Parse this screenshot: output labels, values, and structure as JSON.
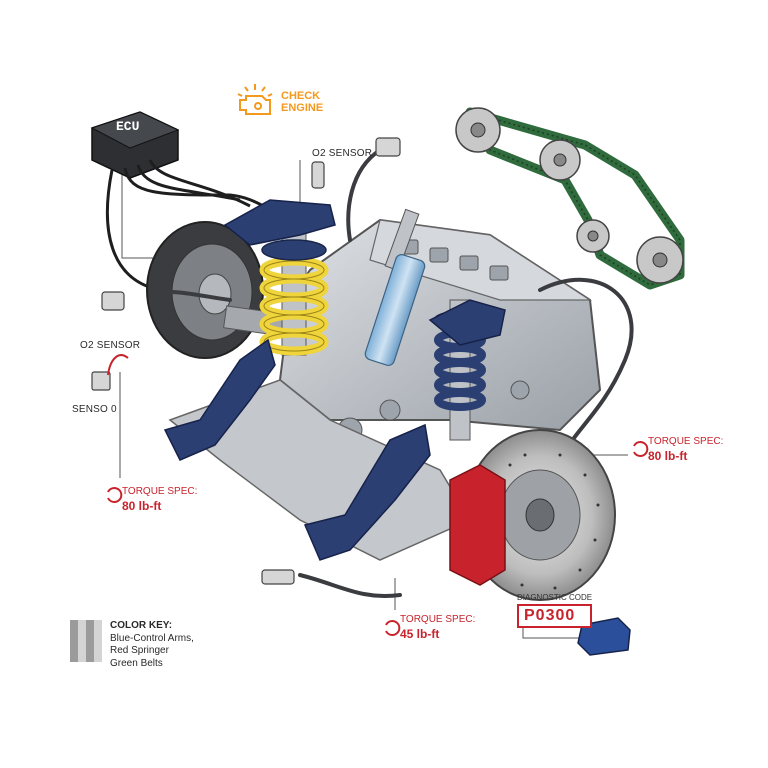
{
  "labels": {
    "ecu": "ECU",
    "check_engine_line1": "CHECK",
    "check_engine_line2": "ENGINE",
    "o2_sensor_top": "O2 SENSOR",
    "o2_sensor_left": "O2 SENSOR",
    "sensor_left": "SENSO 0"
  },
  "torque_specs": [
    {
      "title": "TORQUE SPEC:",
      "value": "80 lb-ft"
    },
    {
      "title": "TORQUE SPEC:",
      "value": "80 lb-ft"
    },
    {
      "title": "TORQUE SPEC:",
      "value": "45 lb-ft"
    }
  ],
  "diagnostic": {
    "title": "DIAGNOSTIC CODE",
    "code": "P0300"
  },
  "color_key": {
    "title": "COLOR KEY:",
    "lines": [
      "Blue-Control Arms,",
      "Red Springer",
      "Green Belts"
    ]
  },
  "colors": {
    "control_arm": "#2c3f73",
    "spring": "#f0d43c",
    "brake_caliper": "#c8232c",
    "belt": "#2f6b3c",
    "engine": "#c9cdd2",
    "check_engine": "#f39a1e",
    "shock": "#9cc3e0"
  }
}
